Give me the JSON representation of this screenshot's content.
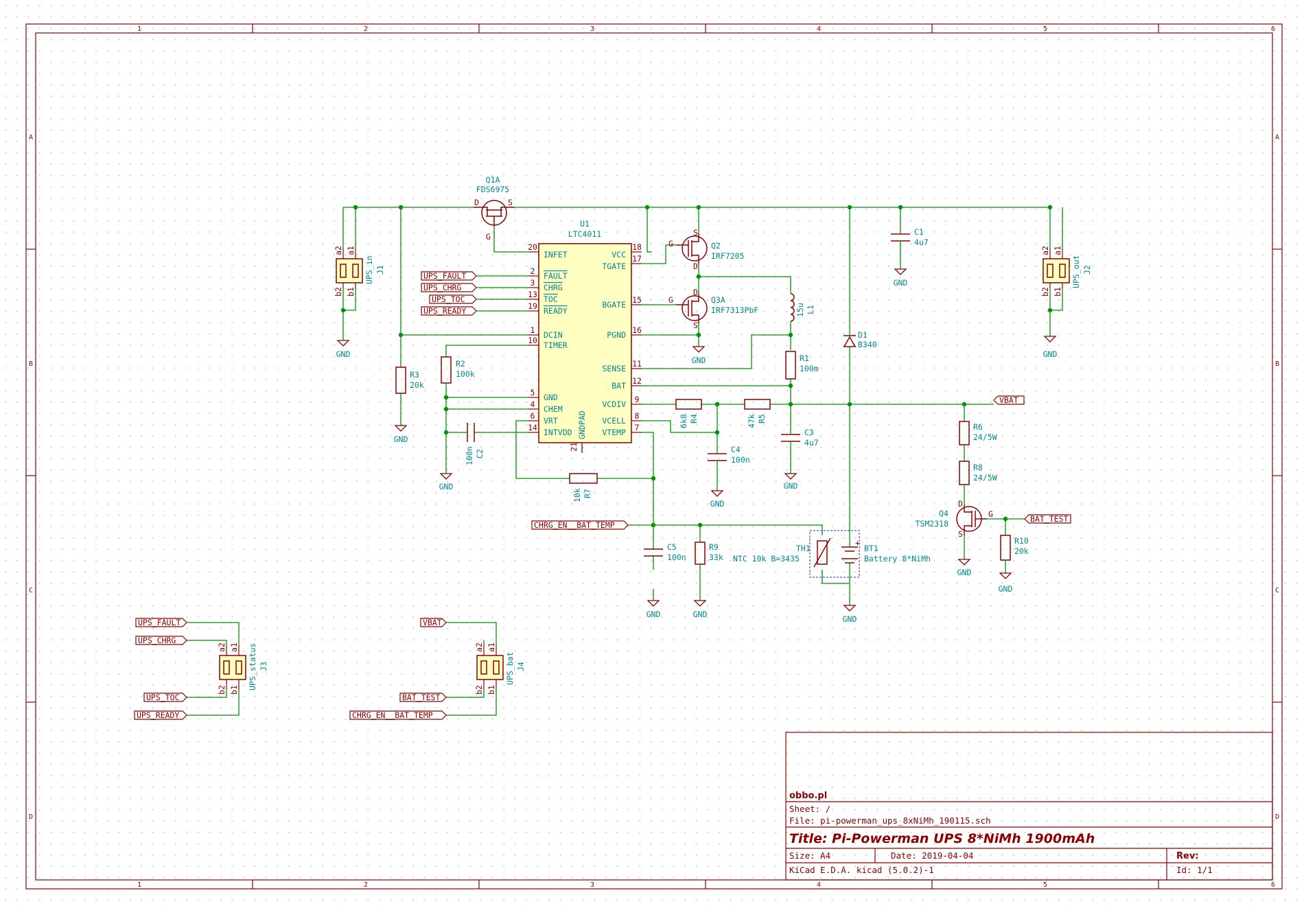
{
  "title_block": {
    "company": "obbo.pl",
    "sheet": "Sheet: /",
    "file": "File: pi-powerman_ups_8xNiMh_190115.sch",
    "title": "Title: Pi-Powerman UPS 8*NiMh 1900mAh",
    "size": "Size: A4",
    "date": "Date: 2019-04-04",
    "rev": "Rev:",
    "tool": "KiCad E.D.A.  kicad (5.0.2)-1",
    "id": "Id: 1/1"
  },
  "zones": {
    "columns": [
      "1",
      "2",
      "3",
      "4",
      "5",
      "6"
    ],
    "rows": [
      "A",
      "B",
      "C",
      "D"
    ]
  },
  "u1": {
    "ref": "U1",
    "value": "LTC4011",
    "pins_left": [
      {
        "num": "20",
        "name": "INFET"
      },
      {
        "num": "2",
        "name": "FAULT"
      },
      {
        "num": "3",
        "name": "CHRG"
      },
      {
        "num": "13",
        "name": "TOC"
      },
      {
        "num": "19",
        "name": "READY"
      },
      {
        "num": "1",
        "name": "DCIN"
      },
      {
        "num": "10",
        "name": "TIMER"
      },
      {
        "num": "5",
        "name": "GND"
      },
      {
        "num": "4",
        "name": "CHEM"
      },
      {
        "num": "6",
        "name": "VRT"
      },
      {
        "num": "14",
        "name": "INTVDD"
      }
    ],
    "pins_right": [
      {
        "num": "18",
        "name": "VCC"
      },
      {
        "num": "17",
        "name": "TGATE"
      },
      {
        "num": "15",
        "name": "BGATE"
      },
      {
        "num": "16",
        "name": "PGND"
      },
      {
        "num": "11",
        "name": "SENSE"
      },
      {
        "num": "12",
        "name": "BAT"
      },
      {
        "num": "9",
        "name": "VCDIV"
      },
      {
        "num": "8",
        "name": "VCELL"
      },
      {
        "num": "7",
        "name": "VTEMP"
      }
    ],
    "pin_bottom": {
      "num": "21",
      "name": "GNDPAD"
    }
  },
  "components": {
    "q1a": {
      "ref": "Q1A",
      "value": "FDS6975",
      "d": "D",
      "s": "S",
      "g": "G"
    },
    "q2": {
      "ref": "Q2",
      "value": "IRF7205",
      "g": "G",
      "s": "S",
      "d": "D"
    },
    "q3a": {
      "ref": "Q3A",
      "value": "IRF7313PbF",
      "g": "G",
      "s": "S",
      "d": "D"
    },
    "q4": {
      "ref": "Q4",
      "value": "TSM2318",
      "g": "G",
      "s": "S",
      "d": "D"
    },
    "l1": {
      "ref": "L1",
      "value": "15u"
    },
    "r1": {
      "ref": "R1",
      "value": "100m"
    },
    "r2": {
      "ref": "R2",
      "value": "100k"
    },
    "r3": {
      "ref": "R3",
      "value": "20k"
    },
    "r4": {
      "ref": "R4",
      "value": "6k8"
    },
    "r5": {
      "ref": "R5",
      "value": "47k"
    },
    "r6": {
      "ref": "R6",
      "value": "24/5W"
    },
    "r7": {
      "ref": "R7",
      "value": "10k"
    },
    "r8": {
      "ref": "R8",
      "value": "24/5W"
    },
    "r9": {
      "ref": "R9",
      "value": "33k"
    },
    "r10": {
      "ref": "R10",
      "value": "20k"
    },
    "c1": {
      "ref": "C1",
      "value": "4u7"
    },
    "c2": {
      "ref": "C2",
      "value": "100n"
    },
    "c3": {
      "ref": "C3",
      "value": "4u7"
    },
    "c4": {
      "ref": "C4",
      "value": "100n"
    },
    "c5": {
      "ref": "C5",
      "value": "100n"
    },
    "d1": {
      "ref": "D1",
      "value": "B340"
    },
    "th1": {
      "ref": "TH1",
      "value": "NTC 10k B=3435"
    },
    "bt1": {
      "ref": "BT1",
      "value": "Battery 8*NiMh"
    },
    "j1": {
      "ref": "J1",
      "value": "UPS_in"
    },
    "j2": {
      "ref": "J2",
      "value": "UPS_out"
    },
    "j3": {
      "ref": "J3",
      "value": "UPS_status"
    },
    "j4": {
      "ref": "J4",
      "value": "UPS_bat"
    }
  },
  "connector_pins": {
    "a1": "a1",
    "a2": "a2",
    "b1": "b1",
    "b2": "b2"
  },
  "power": {
    "gnd": "GND"
  },
  "labels": {
    "ups_fault": "UPS_FAULT",
    "ups_chrg": "UPS_CHRG",
    "ups_toc": "UPS_TOC",
    "ups_ready": "UPS_READY",
    "vbat": "VBAT",
    "bat_test": "BAT_TEST",
    "chrg_en": "CHRG_EN__BAT_TEMP"
  }
}
